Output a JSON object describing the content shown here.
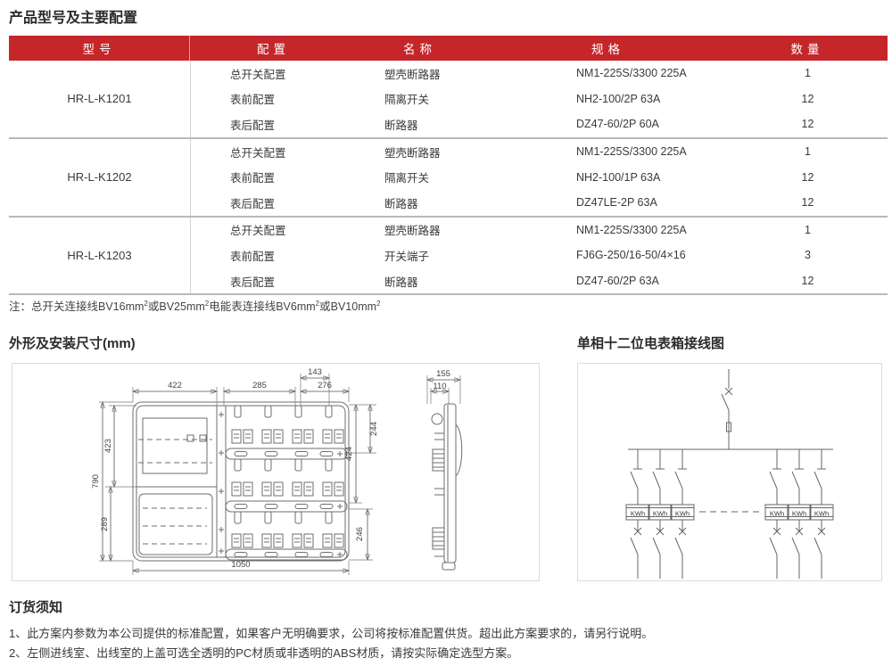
{
  "page": {
    "title": "产品型号及主要配置"
  },
  "colors": {
    "header_red": "#c4262a"
  },
  "table": {
    "headers": [
      "型号",
      "配置",
      "名称",
      "规格",
      "数量"
    ],
    "groups": [
      {
        "model": "HR-L-K1201",
        "rows": [
          {
            "config": "总开关配置",
            "name": "塑壳断路器",
            "spec": "NM1-225S/3300 225A",
            "qty": "1"
          },
          {
            "config": "表前配置",
            "name": "隔离开关",
            "spec": "NH2-100/2P 63A",
            "qty": "12"
          },
          {
            "config": "表后配置",
            "name": "断路器",
            "spec": "DZ47-60/2P 60A",
            "qty": "12"
          }
        ]
      },
      {
        "model": "HR-L-K1202",
        "rows": [
          {
            "config": "总开关配置",
            "name": "塑壳断路器",
            "spec": "NM1-225S/3300 225A",
            "qty": "1"
          },
          {
            "config": "表前配置",
            "name": "隔离开关",
            "spec": "NH2-100/1P 63A",
            "qty": "12"
          },
          {
            "config": "表后配置",
            "name": "断路器",
            "spec": "DZ47LE-2P 63A",
            "qty": "12"
          }
        ]
      },
      {
        "model": "HR-L-K1203",
        "rows": [
          {
            "config": "总开关配置",
            "name": "塑壳断路器",
            "spec": "NM1-225S/3300 225A",
            "qty": "1"
          },
          {
            "config": "表前配置",
            "name": "开关端子",
            "spec": "FJ6G-250/16-50/4×16",
            "qty": "3"
          },
          {
            "config": "表后配置",
            "name": "断路器",
            "spec": "DZ47-60/2P 63A",
            "qty": "12"
          }
        ]
      }
    ],
    "note": {
      "lead": "注：总开关连接线BV16mm",
      "sup1": "2",
      "mid1": "或BV25mm",
      "sup2": "2",
      "mid2": "电能表连接线BV6mm",
      "sup3": "2",
      "mid3": "或BV10mm",
      "sup4": "2"
    }
  },
  "drawing": {
    "title": "外形及安装尺寸(mm)",
    "dims": {
      "width_left": "422",
      "width_mid": "285",
      "width_right": "276",
      "width_small_top": "143",
      "height_upper_left": "423",
      "height_total": "790",
      "height_lower_left": "289",
      "height_upper_right_inner": "244",
      "height_upper_right": "424",
      "height_lower_right": "246",
      "width_total": "1050",
      "depth": "155",
      "depth_inner": "110"
    }
  },
  "wiring": {
    "title": "单相十二位电表箱接线图",
    "meter_label": "KWh"
  },
  "ordering": {
    "title": "订货须知",
    "items": [
      "1、此方案内参数为本公司提供的标准配置，如果客户无明确要求，公司将按标准配置供货。超出此方案要求的，请另行说明。",
      "2、左侧进线室、出线室的上盖可选全透明的PC材质或非透明的ABS材质，请按实际确定选型方案。"
    ]
  }
}
